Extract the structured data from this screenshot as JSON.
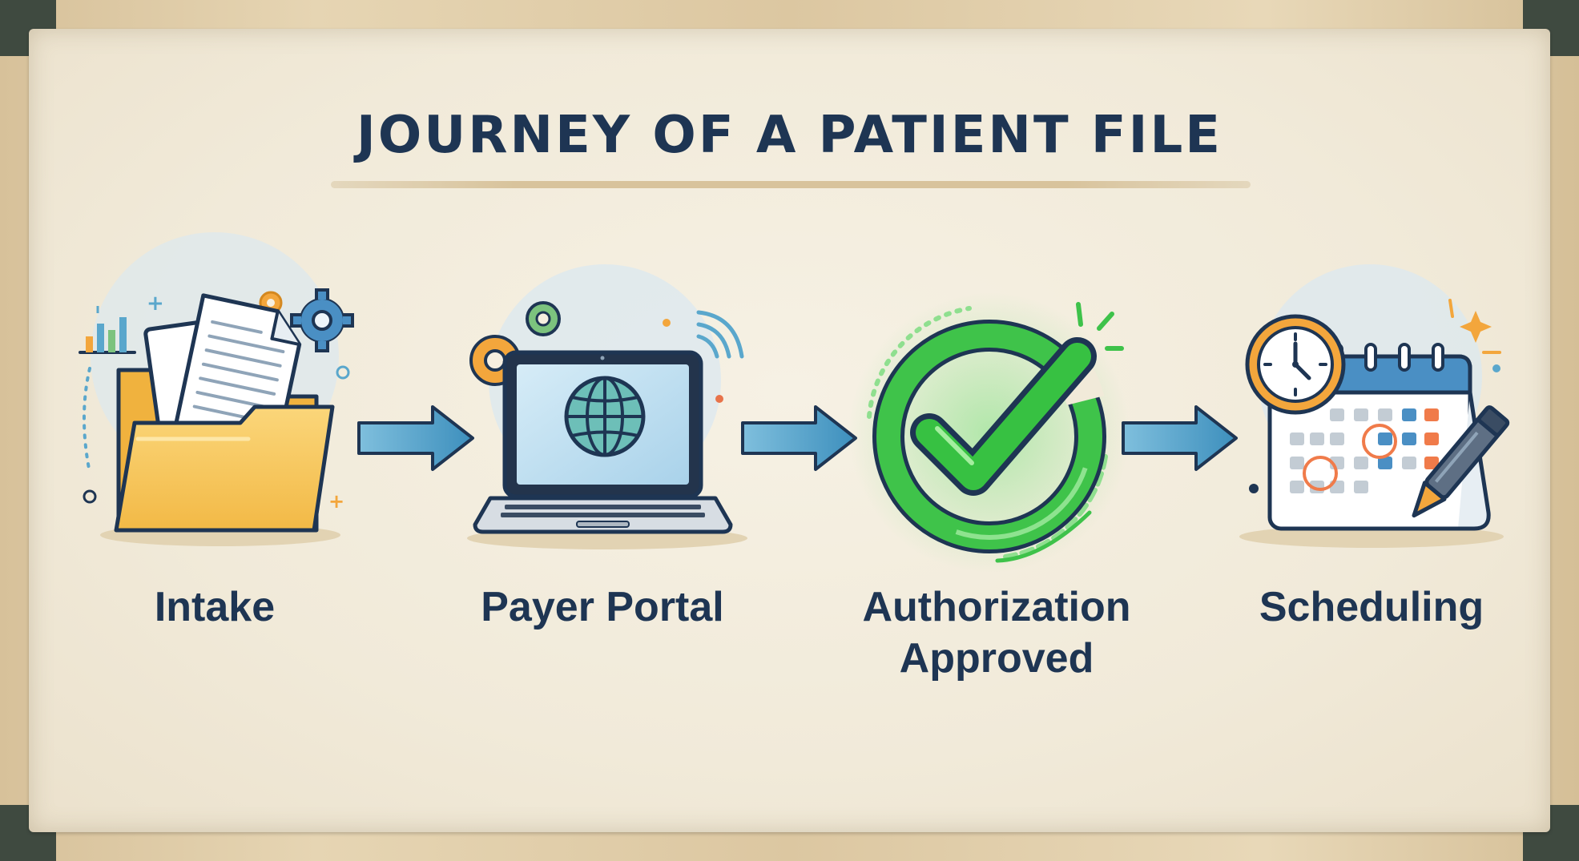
{
  "title": "JOURNEY OF A PATIENT FILE",
  "steps": [
    {
      "label": "Intake",
      "icon": "folder-icon"
    },
    {
      "label": "Payer Portal",
      "icon": "laptop-globe-icon"
    },
    {
      "label": "Authorization Approved",
      "icon": "checkmark-circle-icon"
    },
    {
      "label": "Scheduling",
      "icon": "calendar-clock-icon"
    }
  ],
  "colors": {
    "title": "#1e3553",
    "arrow": "#5aa7cc",
    "check": "#2ebd3a",
    "folder": "#f7c85d",
    "frame": "#3f4a40"
  }
}
